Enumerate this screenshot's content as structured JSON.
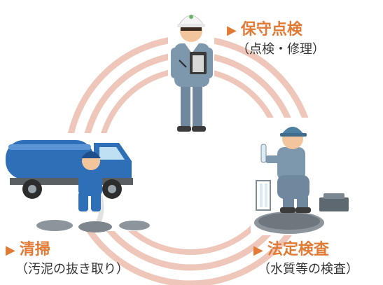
{
  "colors": {
    "accent": "#e07a34",
    "ring": "#efc7ba",
    "uniform": "#7d97ad",
    "truck_tank": "#2f6fb8",
    "manhole": "#9aa3aa",
    "text": "#333333"
  },
  "nodes": [
    {
      "id": "inspection",
      "arrow": "▶",
      "title": "保守点検",
      "subtitle": "（点検・修理）",
      "figure": "worker-with-clipboard"
    },
    {
      "id": "legal_inspection",
      "arrow": "▶",
      "title": "法定検査",
      "subtitle": "（水質等の検査）",
      "figure": "worker-with-test-tubes"
    },
    {
      "id": "cleaning",
      "arrow": "▶",
      "title": "清掃",
      "subtitle": "（汚泥の抜き取り）",
      "figure": "worker-with-vacuum-truck"
    }
  ]
}
